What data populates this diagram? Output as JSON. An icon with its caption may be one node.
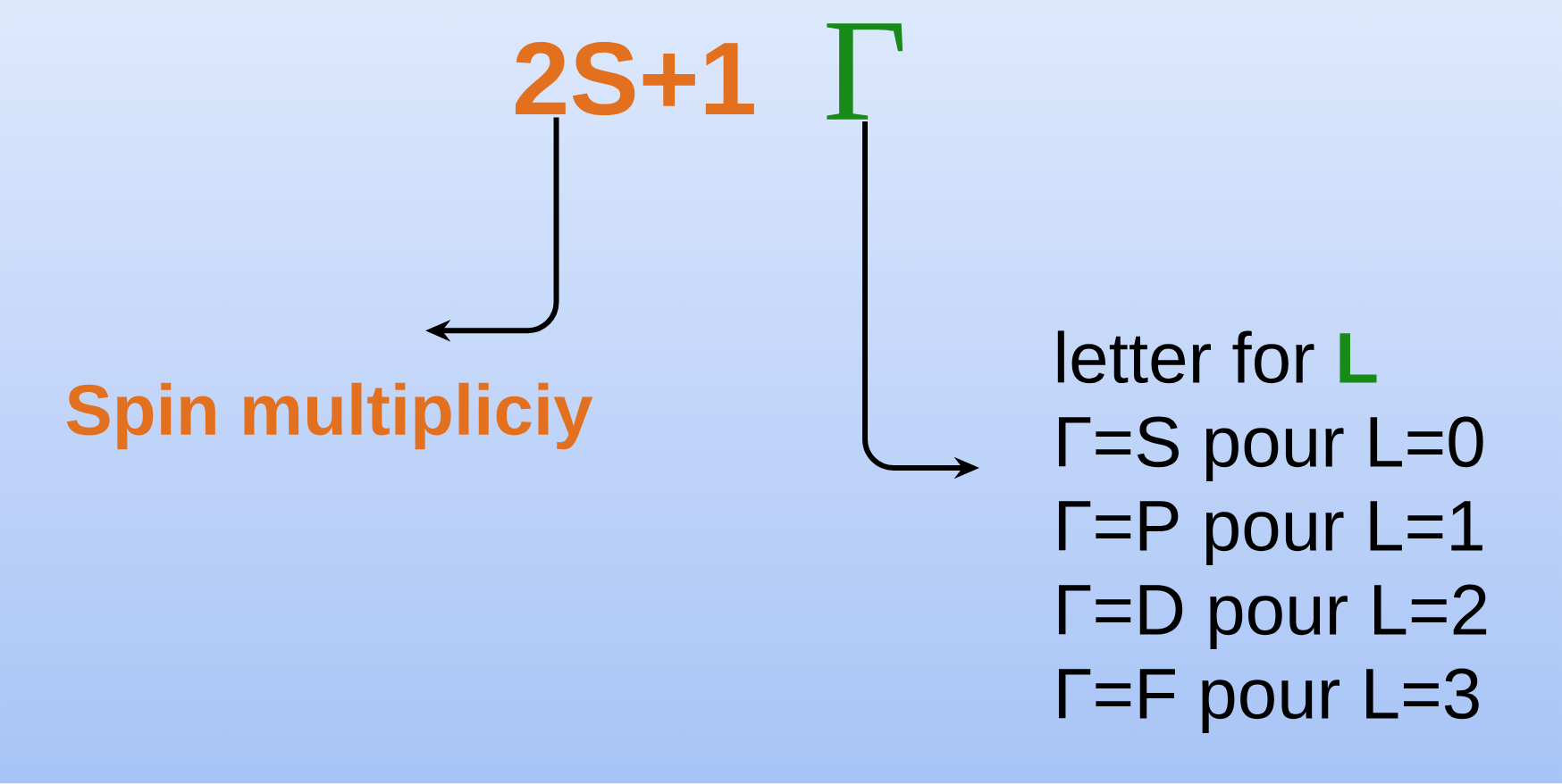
{
  "diagram": {
    "nodes": [
      {
        "text": [
          "2S+1"
        ]
      },
      {
        "text": [
          "Γ"
        ]
      },
      {
        "text": [
          "Spin multipliciy"
        ]
      },
      {
        "text": [
          "letter for **L**",
          "Γ=S pour L=0",
          "Γ=P pour L=1",
          "Γ=D pour L=2",
          "Γ=F pour L=3"
        ]
      }
    ],
    "edges": [
      {
        "from": 0,
        "to": 2,
        "arrow": "to"
      },
      {
        "from": 1,
        "to": 3,
        "arrow": "to"
      }
    ]
  }
}
